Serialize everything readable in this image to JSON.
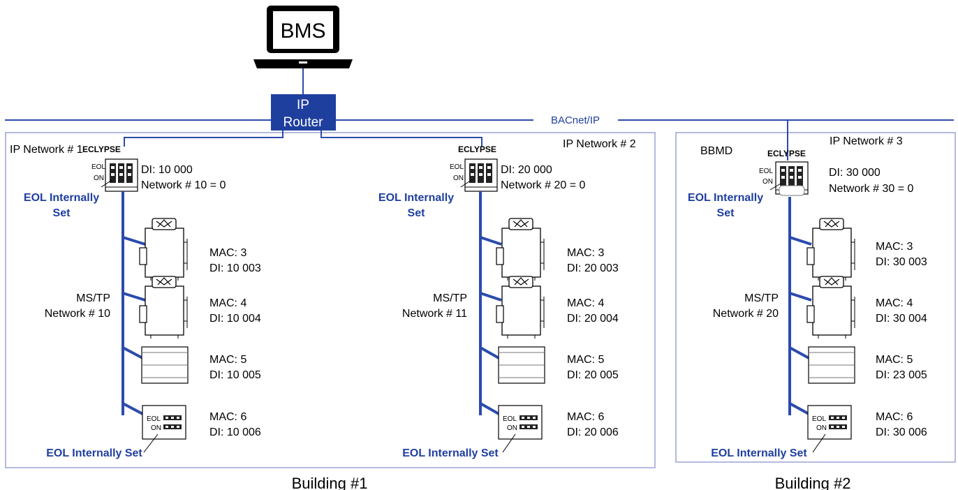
{
  "bms": {
    "label": "BMS"
  },
  "router": {
    "line1": "IP",
    "line2": "Router"
  },
  "backbone": {
    "label": "BACnet/IP"
  },
  "buildings": [
    {
      "label": "Building #1"
    },
    {
      "label": "Building #2"
    }
  ],
  "networks": [
    {
      "ip_network": "IP Network # 1",
      "controller": {
        "brand": "ECLYPSE",
        "eol": "EOL",
        "on": "ON",
        "di": "DI: 10 000",
        "network": "Network # 10 = 0"
      },
      "eol_note": [
        "EOL Internally",
        "Set"
      ],
      "mstp": [
        "MS/TP",
        "Network # 10"
      ],
      "devices": [
        {
          "mac": "MAC: 3",
          "di": "DI: 10 003"
        },
        {
          "mac": "MAC: 4",
          "di": "DI: 10 004"
        },
        {
          "mac": "MAC: 5",
          "di": "DI: 10 005"
        },
        {
          "mac": "MAC: 6",
          "di": "DI: 10 006",
          "eol": "EOL",
          "on": "ON"
        }
      ],
      "eol_bottom": "EOL Internally Set"
    },
    {
      "ip_network": "IP Network # 2",
      "controller": {
        "brand": "ECLYPSE",
        "eol": "EOL",
        "on": "ON",
        "di": "DI: 20 000",
        "network": "Network # 20 = 0"
      },
      "eol_note": [
        "EOL Internally",
        "Set"
      ],
      "mstp": [
        "MS/TP",
        "Network # 11"
      ],
      "devices": [
        {
          "mac": "MAC: 3",
          "di": "DI: 20 003"
        },
        {
          "mac": "MAC: 4",
          "di": "DI: 20 004"
        },
        {
          "mac": "MAC: 5",
          "di": "DI: 20 005"
        },
        {
          "mac": "MAC: 6",
          "di": "DI: 20 006",
          "eol": "EOL",
          "on": "ON"
        }
      ],
      "eol_bottom": "EOL Internally Set"
    },
    {
      "ip_network": "IP Network # 3",
      "bbmd": "BBMD",
      "controller": {
        "brand": "ECLYPSE",
        "eol": "EOL",
        "on": "ON",
        "di": "DI: 30 000",
        "network": "Network # 30 = 0"
      },
      "eol_note": [
        "EOL Internally",
        "Set"
      ],
      "mstp": [
        "MS/TP",
        "Network # 20"
      ],
      "devices": [
        {
          "mac": "MAC: 3",
          "di": "DI: 30 003"
        },
        {
          "mac": "MAC: 4",
          "di": "DI: 30 004"
        },
        {
          "mac": "MAC: 5",
          "di": "DI: 23 005"
        },
        {
          "mac": "MAC: 6",
          "di": "DI: 30 006",
          "eol": "EOL",
          "on": "ON"
        }
      ],
      "eol_bottom": "EOL Internally Set"
    }
  ],
  "colors": {
    "bus_blue": "#2b4bac",
    "router_fill": "#1f3f9f",
    "panel_border": "#9aa3d4",
    "note_blue": "#1f3f9f"
  }
}
